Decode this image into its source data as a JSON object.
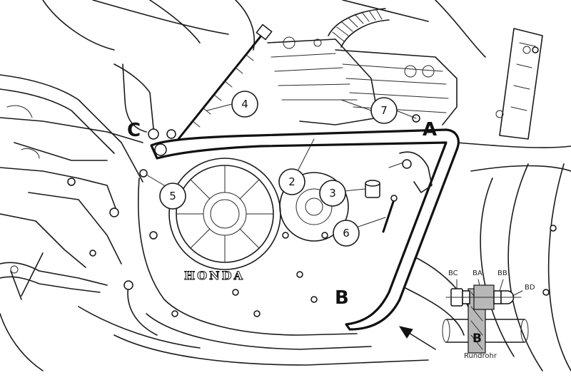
{
  "brand": {
    "engine_text": "HONDA"
  },
  "point_labels": {
    "a": "A",
    "b": "B",
    "c": "C"
  },
  "callouts": {
    "c2": "2",
    "c3": "3",
    "c4": "4",
    "c5": "5",
    "c6": "6",
    "c7": "7"
  },
  "inset": {
    "label_bc": "BC",
    "label_ba": "BA",
    "label_bb": "BB",
    "label_bd": "BD",
    "label_b": "B",
    "caption": "Rundrohr"
  }
}
